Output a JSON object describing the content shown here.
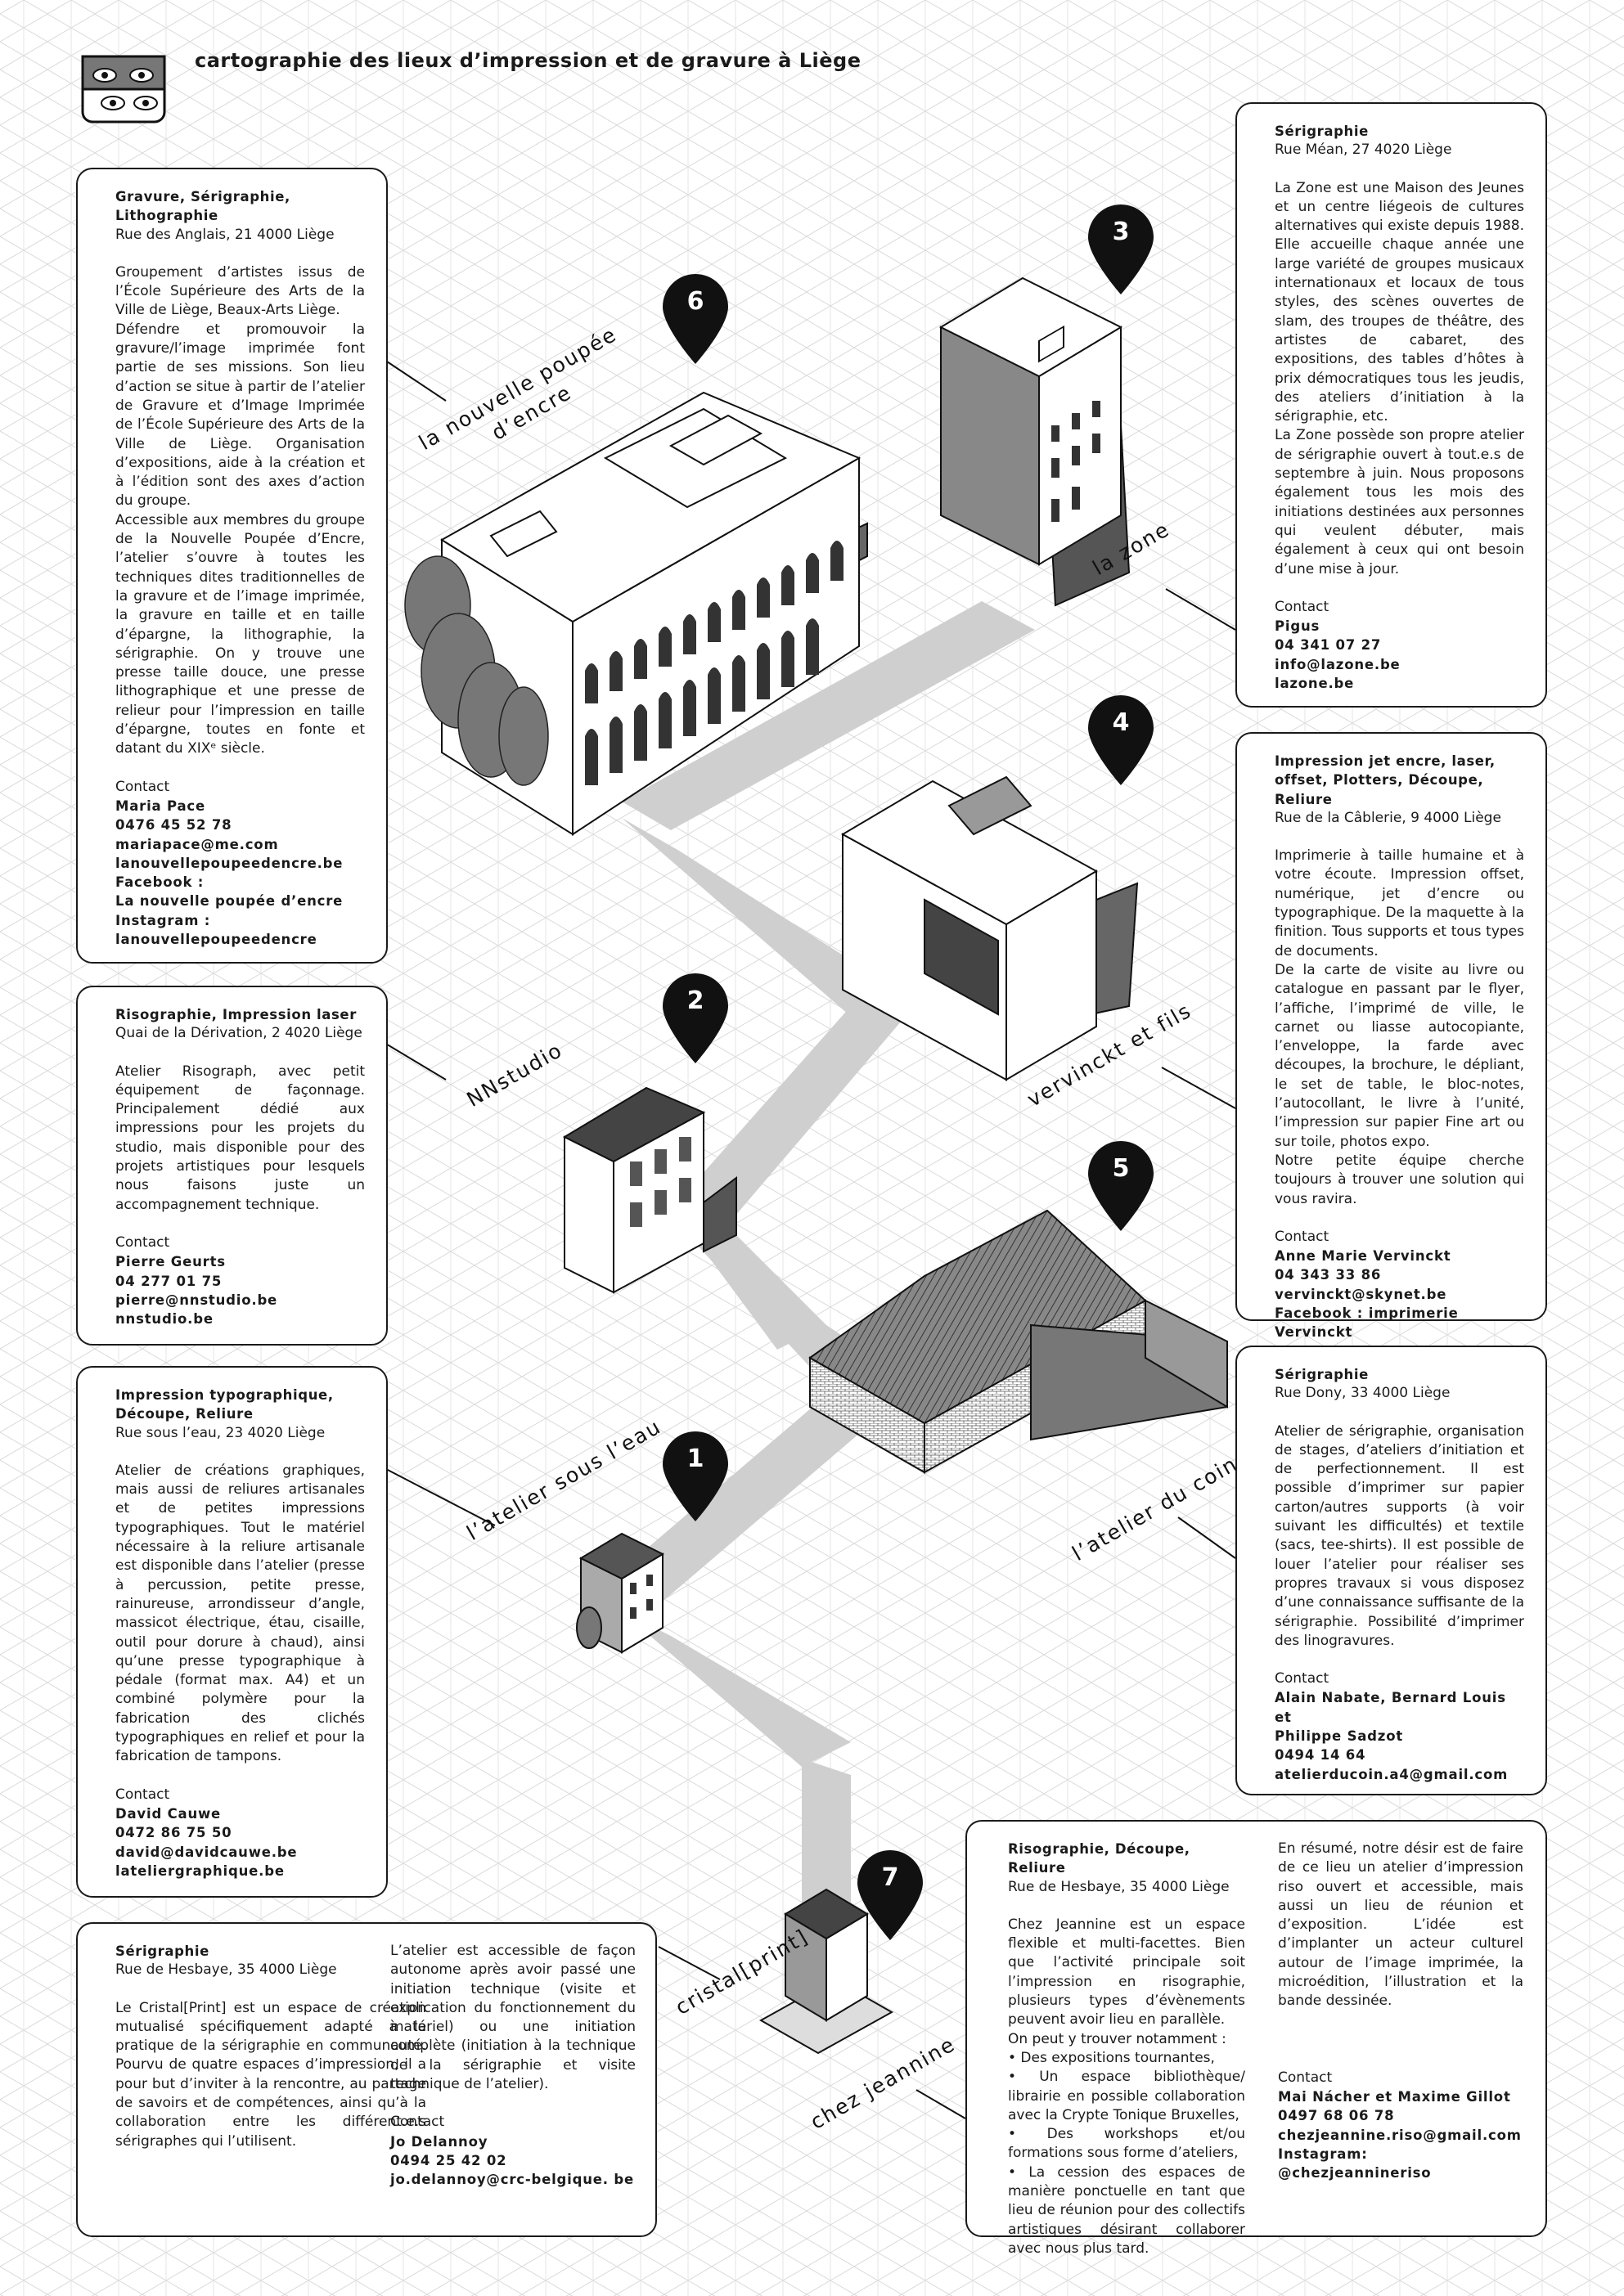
{
  "title": "cartographie des lieux d’impression et de gravure à Liège",
  "places": [
    {
      "number": "6",
      "name": "la nouvelle poupée\nd’encre",
      "type": "Gravure, Sérigraphie,\nLithographie",
      "address": "Rue des Anglais, 21 4000 Liège",
      "description": "Groupement d’artistes issus de l’École Supérieure des Arts de la Ville de Liège, Beaux-Arts Liège.\nDéfendre et promouvoir la gravure/l’image imprimée font partie de ses missions. Son lieu d’action se situe à partir de l’atelier de Gravure et d’Image Imprimée de l’École Supérieure des Arts de la Ville de Liège. Organisation d’expositions, aide à la création et à l’édition sont des axes d’action du groupe.\nAccessible aux membres du groupe de la Nouvelle Poupée d’Encre, l’atelier s’ouvre à toutes les techniques dites traditionnelles de la gravure et de l’image imprimée, la gravure en taille et en taille d’épargne, la lithographie, la sérigraphie. On y trouve une presse taille douce, une presse lithographique et une presse de relieur pour l’impression en taille d’épargne, toutes en fonte et datant du XIXᵉ siècle.",
      "contact_label": "Contact",
      "contact": [
        "Maria Pace",
        "0476 45 52 78",
        "mariapace@me.com",
        "lanouvellepoupeedencre.be",
        "Facebook :",
        "La nouvelle poupée d’encre",
        "Instagram :",
        "lanouvellepoupeedencre"
      ]
    },
    {
      "number": "3",
      "name": "la zone",
      "type": "Sérigraphie",
      "address": "Rue Méan, 27 4020 Liège",
      "description": "La Zone est une Maison des Jeunes et un centre liégeois de cultures alternatives qui existe depuis 1988. Elle accueille chaque année une large variété de groupes musicaux internationaux et locaux de tous styles, des scènes ouvertes de slam, des troupes de théâtre, des artistes de cabaret, des expositions, des tables d’hôtes à prix démocratiques tous les jeudis, des ateliers d’initiation à la sérigraphie, etc.\nLa Zone possède son propre atelier de sérigraphie ouvert à tout.e.s de septembre à juin. Nous proposons également tous les mois des initiations destinées aux personnes qui veulent débuter, mais également à ceux qui ont besoin d’une mise à jour.",
      "contact_label": "Contact",
      "contact": [
        "Pigus",
        "04 341 07 27",
        "info@lazone.be",
        "lazone.be"
      ]
    },
    {
      "number": "2",
      "name": "NNstudio",
      "type": "Risographie, Impression laser",
      "address": "Quai de la Dérivation, 2 4020 Liège",
      "description": "Atelier Risograph, avec petit équipement de façonnage. Principalement dédié aux impressions pour les projets du studio, mais disponible pour des projets artistiques pour lesquels nous faisons juste un accompagnement technique.",
      "contact_label": "Contact",
      "contact": [
        "Pierre Geurts",
        "04 277 01 75",
        "pierre@nnstudio.be",
        "nnstudio.be"
      ]
    },
    {
      "number": "4",
      "name": "vervinckt et fils",
      "type": "Impression jet encre, laser, offset, Plotters, Découpe, Reliure",
      "address": "Rue de la Câblerie, 9 4000 Liège",
      "description": "Imprimerie à taille humaine et à votre écoute. Impression offset, numérique, jet d’encre ou typographique. De la maquette à la finition. Tous supports et tous types de documents.\nDe la carte de visite au livre ou catalogue en passant par le flyer, l’affiche, l’imprimé de ville, le carnet ou liasse autocopiante, l’enveloppe, la farde avec découpes, la brochure, le dépliant, le set de table, le bloc-notes, l’autocollant, le livre à l’unité, l’impression sur papier Fine art ou sur toile, photos expo.\nNotre petite équipe cherche toujours à trouver une solution qui vous ravira.",
      "contact_label": "Contact",
      "contact": [
        "Anne Marie Vervinckt",
        "04 343 33 86",
        "vervinckt@skynet.be",
        "Facebook : imprimerie Vervinckt"
      ]
    },
    {
      "number": "5",
      "name": "l’atelier du coin",
      "type": "Sérigraphie",
      "address": "Rue Dony, 33 4000 Liège",
      "description": "Atelier de sérigraphie, organisation de stages, d’ateliers d’initiation et de perfectionnement. Il est possible d’imprimer sur papier carton/autres supports (à voir suivant les difficultés) et textile (sacs, tee-shirts). Il est possible de louer l’atelier pour réaliser ses propres travaux si vous disposez d’une connaissance suffisante de la sérigraphie. Possibilité d’imprimer des linogravures.",
      "contact_label": "Contact",
      "contact": [
        "Alain Nabate, Bernard Louis et",
        "Philippe Sadzot",
        "0494 14 64",
        "atelierducoin.a4@gmail.com"
      ]
    },
    {
      "number": "1",
      "name": "l’atelier sous l’eau",
      "type": "Impression typographique,\nDécoupe, Reliure",
      "address": "Rue sous l’eau, 23 4020 Liège",
      "description": "Atelier de créations graphiques, mais aussi de reliures artisanales et de petites impressions typographiques. Tout le matériel nécessaire à la reliure artisanale est disponible dans l’atelier (presse à percussion, petite presse, rainureuse, arrondisseur d’angle, massicot électrique, étau, cisaille, outil pour dorure à chaud), ainsi qu’une presse typographique à pédale (format max. A4) et un combiné polymère pour la fabrication des clichés typographiques en relief et pour la fabrication de tampons.",
      "contact_label": "Contact",
      "contact": [
        "David Cauwe",
        "0472 86 75 50",
        "david@davidcauwe.be",
        "lateliergraphique.be"
      ]
    },
    {
      "number": "",
      "name": "cristal[print]",
      "type": "Sérigraphie",
      "address": "Rue de Hesbaye, 35 4000 Liège",
      "description": "Le Cristal[Print] est un espace de création mutualisé spécifiquement adapté à la pratique de la sérigraphie en communauté. Pourvu de quatre espaces d’impression, il a pour but d’inviter à la rencontre, au partage de savoirs et de compétences, ainsi qu’à la collaboration entre les différent.e.s sérigraphes qui l’utilisent.",
      "description2": "L’atelier est accessible de façon autonome après avoir passé une initiation technique (visite et explication du fonctionnement du matériel) ou une initiation complète (initiation à la technique de la sérigraphie et visite technique de l’atelier).",
      "contact_label": "Contact",
      "contact": [
        "Jo Delannoy",
        "0494 25 42 02",
        "jo.delannoy@crc-belgique. be"
      ]
    },
    {
      "number": "7",
      "name": "chez jeannine",
      "type": "Risographie, Découpe, Reliure",
      "address": "Rue de Hesbaye, 35 4000 Liège",
      "description": "Chez Jeannine est un espace flexible et multi-facettes. Bien que l’activité principale soit l’impression en risographie, plusieurs types d’évènements peuvent avoir lieu en parallèle.\nOn peut y trouver notamment :\n • Des expositions tournantes,\n • Un espace bibliothèque/ librairie en possible collaboration avec la Crypte Tonique Bruxelles,\n • Des workshops et/ou formations sous forme d’ateliers,\n • La cession des espaces de manière ponctuelle en tant que lieu de réunion pour des collectifs artistiques désirant collaborer avec nous plus tard.",
      "description2": "En résumé, notre désir est de faire de ce lieu un atelier d’impression riso ouvert et accessible, mais aussi un lieu de réunion et d’exposition. L’idée est d’implanter un acteur culturel autour de l’image imprimée, la microédition, l’illustration et la bande dessinée.",
      "contact_label": "Contact",
      "contact": [
        "Mai Nácher et Maxime Gillot",
        "0497 68 06 78",
        "chezjeannine.riso@gmail.com",
        "Instagram: @chezjeannineriso"
      ]
    }
  ],
  "icons": [
    "eyes-logo-icon",
    "map-pin-icon",
    "building-icon",
    "tree-icon"
  ]
}
